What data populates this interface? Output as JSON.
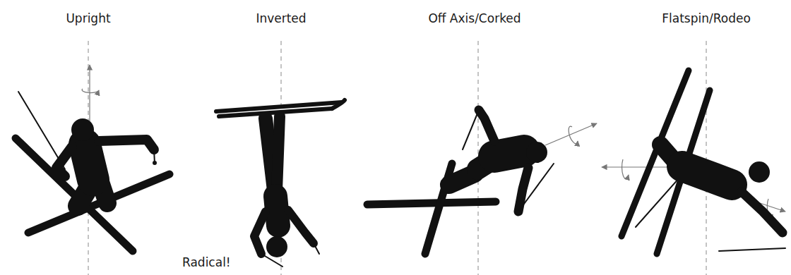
{
  "diagram": {
    "labels": [
      "Upright",
      "Inverted",
      "Off Axis/Corked",
      "Flatspin/Rodeo",
      "Radical!"
    ]
  }
}
